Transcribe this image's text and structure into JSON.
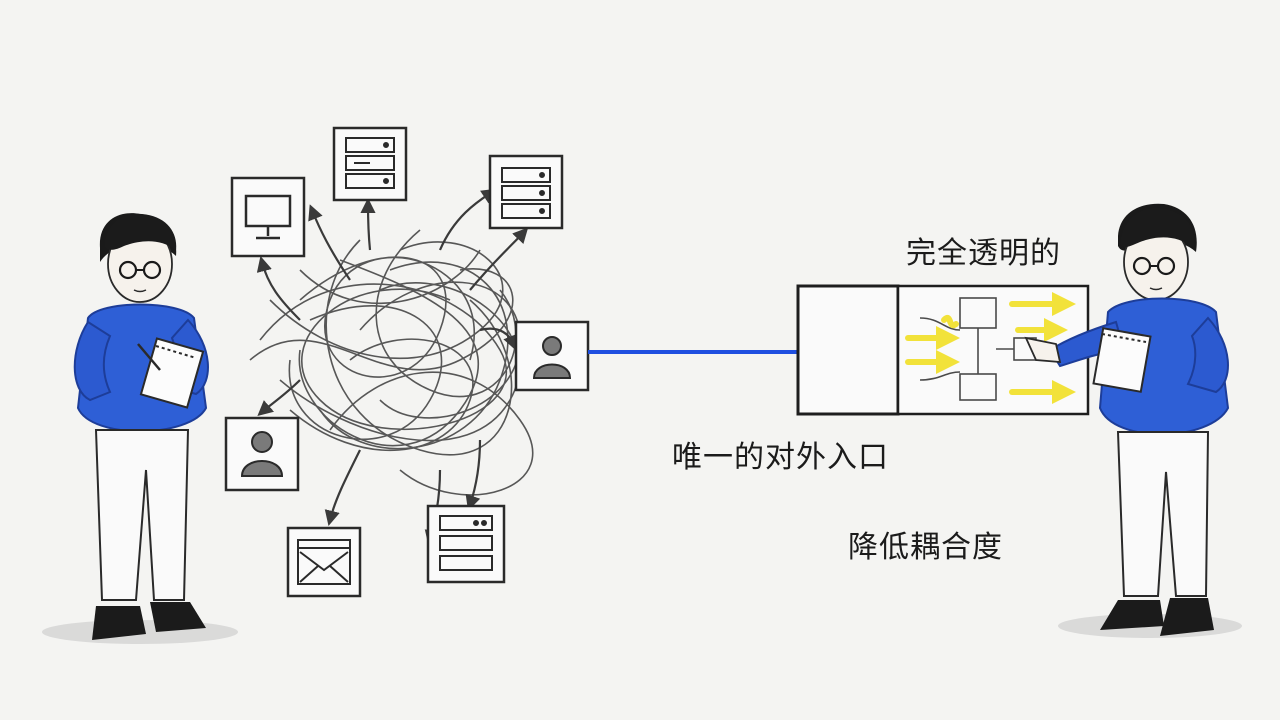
{
  "labels": {
    "fully_transparent": "完全透明的",
    "single_entry": "唯一的对外入口",
    "reduce_coupling": "降低耦合度"
  },
  "icons": {
    "monitor": "monitor-icon",
    "server": "server-icon",
    "user": "user-icon",
    "mail": "mail-icon",
    "gateway": "gateway-box"
  },
  "colors": {
    "sweater_blue": "#2e5fd6",
    "line_blue": "#1f4fe0",
    "arrow_yellow": "#f2e23a",
    "ink": "#2a2a2a"
  }
}
